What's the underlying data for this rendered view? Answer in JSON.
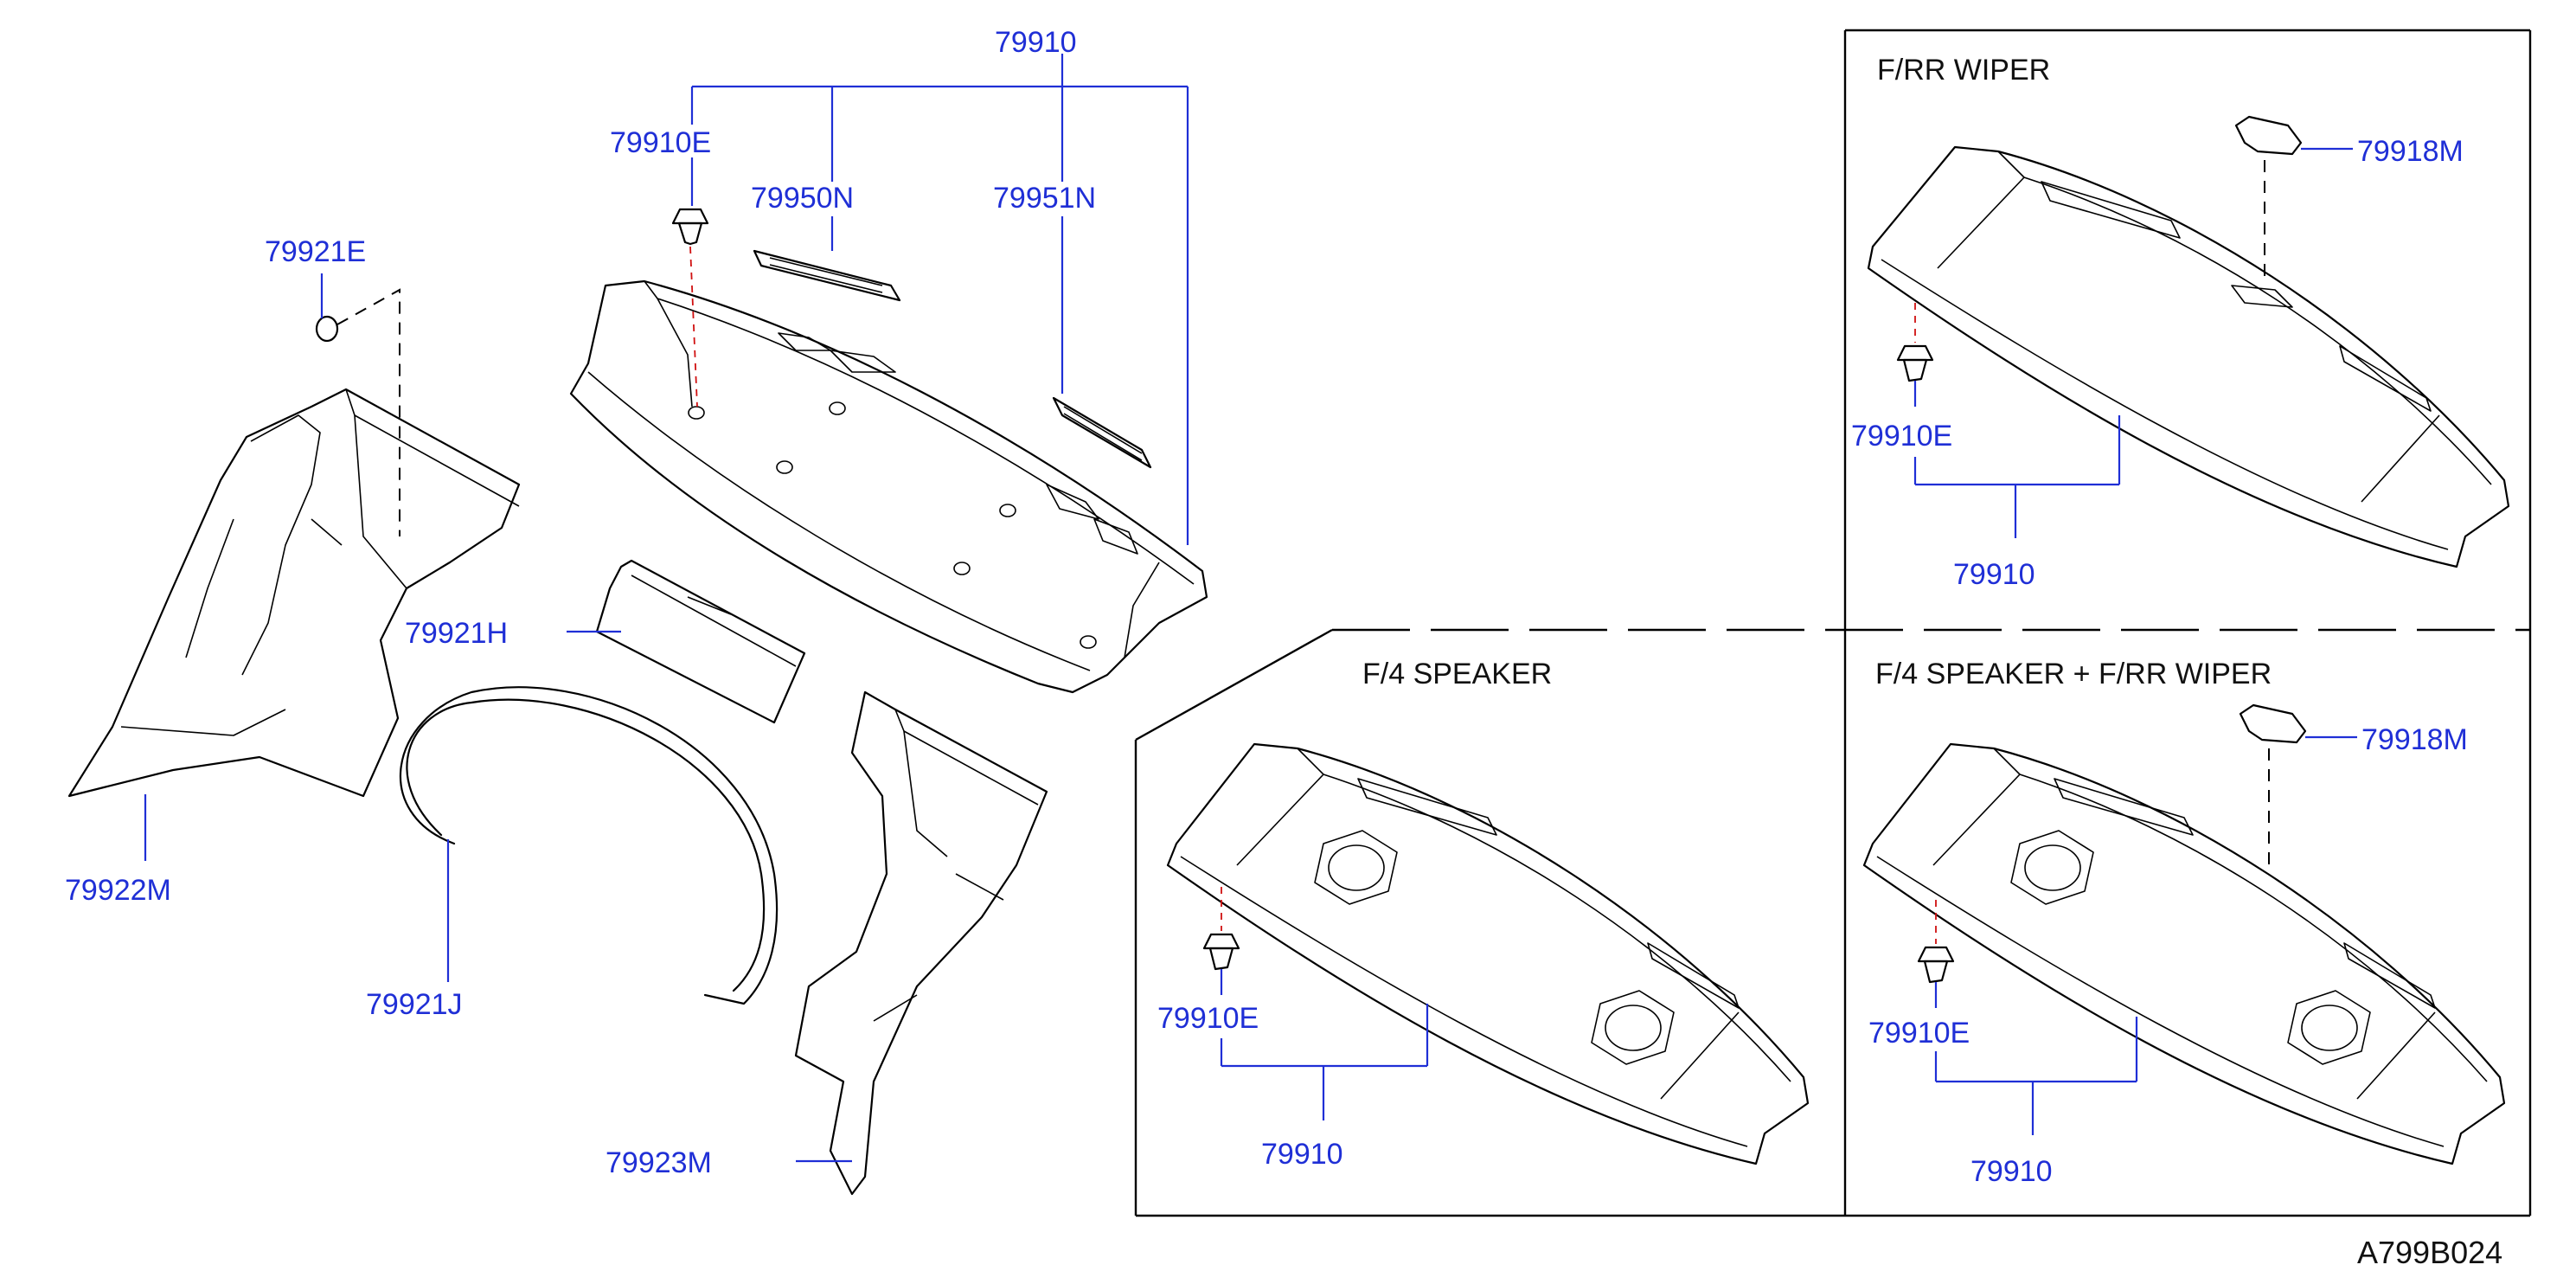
{
  "labels": {
    "p79910_top": "79910",
    "p79910E_top": "79910E",
    "p79950N": "79950N",
    "p79951N": "79951N",
    "p79921E": "79921E",
    "p79921H": "79921H",
    "p79922M": "79922M",
    "p79921J": "79921J",
    "p79923M": "79923M",
    "p79918M_a": "79918M",
    "p79910E_a": "79910E",
    "p79910_a": "79910",
    "p79918M_b": "79918M",
    "p79910E_b": "79910E",
    "p79910_b": "79910",
    "p79910E_c": "79910E",
    "p79910_c": "79910"
  },
  "captions": {
    "wiper": "F/RR    WIPER",
    "speaker": "F/4    SPEAKER",
    "speaker_wiper": "F/4    SPEAKER + F/RR    WIPER"
  },
  "drawing_code": "A799B024",
  "colors": {
    "callout": "#1f2fd6",
    "lines": "#000000",
    "background": "#ffffff"
  }
}
